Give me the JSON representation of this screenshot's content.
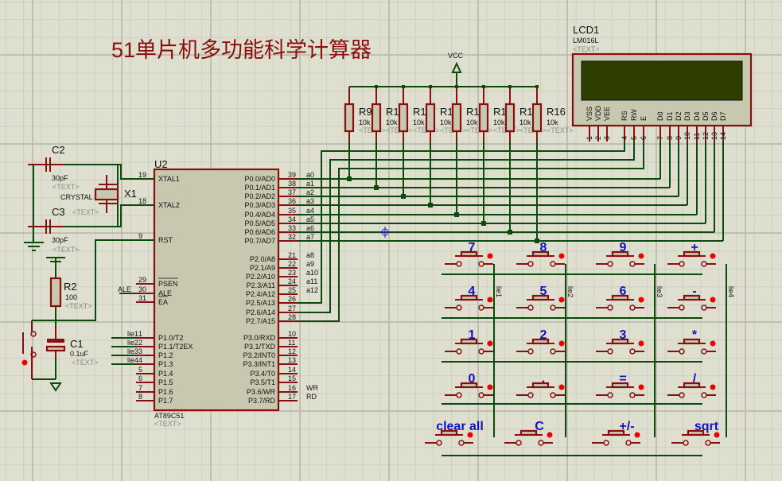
{
  "title": "51单片机多功能科学计算器",
  "colors": {
    "background": "#dfdfd0",
    "grid": "#c4c4b6",
    "wire": "#0c4a0c",
    "component": "#8b0e0e",
    "component_fill": "#c8c8b0",
    "lcd_screen": "#2e3d00",
    "title": "#8b0e0e",
    "key_label": "#1010c0"
  },
  "vcc": {
    "label": "VCC"
  },
  "lcd": {
    "ref": "LCD1",
    "model": "LM016L",
    "text": "<TEXT>",
    "pins": [
      {
        "num": "1",
        "name": "VSS"
      },
      {
        "num": "2",
        "name": "VDD"
      },
      {
        "num": "3",
        "name": "VEE"
      },
      {
        "num": "4",
        "name": "RS"
      },
      {
        "num": "5",
        "name": "RW"
      },
      {
        "num": "6",
        "name": "E"
      },
      {
        "num": "7",
        "name": "D0"
      },
      {
        "num": "8",
        "name": "D1"
      },
      {
        "num": "9",
        "name": "D2"
      },
      {
        "num": "10",
        "name": "D3"
      },
      {
        "num": "11",
        "name": "D4"
      },
      {
        "num": "12",
        "name": "D5"
      },
      {
        "num": "13",
        "name": "D6"
      },
      {
        "num": "14",
        "name": "D7"
      }
    ]
  },
  "resistors": [
    {
      "ref": "R9",
      "value": "10k",
      "text": "<TEXT>"
    },
    {
      "ref": "R1",
      "value": "10k",
      "text": "<TEXT>"
    },
    {
      "ref": "R1",
      "value": "10k",
      "text": "<TEXT>"
    },
    {
      "ref": "R1",
      "value": "10k",
      "text": "<TEXT>"
    },
    {
      "ref": "R1",
      "value": "10k",
      "text": "<TEXT>"
    },
    {
      "ref": "R1",
      "value": "10k",
      "text": "<TEXT>"
    },
    {
      "ref": "R1",
      "value": "10k",
      "text": "<TEXT>"
    },
    {
      "ref": "R16",
      "value": "10k",
      "text": "<TEXT>"
    }
  ],
  "mcu": {
    "ref": "U2",
    "model": "AT89C51",
    "text": "<TEXT>",
    "left_pins": [
      {
        "num": "19",
        "name": "XTAL1"
      },
      {
        "num": "18",
        "name": "XTAL2"
      },
      {
        "num": "9",
        "name": "RST"
      },
      {
        "num": "29",
        "name": "PSEN"
      },
      {
        "num": "30",
        "name": "ALE",
        "net": "ALE"
      },
      {
        "num": "31",
        "name": "EA"
      },
      {
        "num": "1",
        "name": "P1.0/T2",
        "net": "lie1"
      },
      {
        "num": "2",
        "name": "P1.1/T2EX",
        "net": "lie2"
      },
      {
        "num": "3",
        "name": "P1.2",
        "net": "lie3"
      },
      {
        "num": "4",
        "name": "P1.3",
        "net": "lie4"
      },
      {
        "num": "5",
        "name": "P1.4"
      },
      {
        "num": "6",
        "name": "P1.5"
      },
      {
        "num": "7",
        "name": "P1.6"
      },
      {
        "num": "8",
        "name": "P1.7"
      }
    ],
    "right_pins": [
      {
        "num": "39",
        "name": "P0.0/AD0",
        "net": "a0"
      },
      {
        "num": "38",
        "name": "P0.1/AD1",
        "net": "a1"
      },
      {
        "num": "37",
        "name": "P0.2/AD2",
        "net": "a2"
      },
      {
        "num": "36",
        "name": "P0.3/AD3",
        "net": "a3"
      },
      {
        "num": "35",
        "name": "P0.4/AD4",
        "net": "a4"
      },
      {
        "num": "34",
        "name": "P0.5/AD5",
        "net": "a5"
      },
      {
        "num": "33",
        "name": "P0.6/AD6",
        "net": "a6"
      },
      {
        "num": "32",
        "name": "P0.7/AD7",
        "net": "a7"
      },
      {
        "num": "21",
        "name": "P2.0/A8",
        "net": "a8"
      },
      {
        "num": "22",
        "name": "P2.1/A9",
        "net": "a9"
      },
      {
        "num": "23",
        "name": "P2.2/A10",
        "net": "a10"
      },
      {
        "num": "24",
        "name": "P2.3/A11",
        "net": "a11"
      },
      {
        "num": "25",
        "name": "P2.4/A12",
        "net": "a12"
      },
      {
        "num": "26",
        "name": "P2.5/A13"
      },
      {
        "num": "27",
        "name": "P2.6/A14"
      },
      {
        "num": "28",
        "name": "P2.7/A15"
      },
      {
        "num": "10",
        "name": "P3.0/RXD"
      },
      {
        "num": "11",
        "name": "P3.1/TXD"
      },
      {
        "num": "12",
        "name": "P3.2/INT0"
      },
      {
        "num": "13",
        "name": "P3.3/INT1"
      },
      {
        "num": "14",
        "name": "P3.4/T0"
      },
      {
        "num": "15",
        "name": "P3.5/T1"
      },
      {
        "num": "16",
        "name": "P3.6/WR",
        "net": "WR"
      },
      {
        "num": "17",
        "name": "P3.7/RD",
        "net": "RD"
      }
    ]
  },
  "crystal": {
    "ref": "X1",
    "label": "CRYSTAL",
    "text": "<TEXT>"
  },
  "caps": [
    {
      "ref": "C2",
      "value": "30pF",
      "text": "<TEXT>"
    },
    {
      "ref": "C3",
      "value": "30pF",
      "text": "<TEXT>"
    },
    {
      "ref": "C1",
      "value": "0.1uF",
      "text": "<TEXT>"
    }
  ],
  "reset_resistor": {
    "ref": "R2",
    "value": "100",
    "text": "<TEXT>"
  },
  "column_nets": [
    "lie1",
    "lie2",
    "lie3",
    "lie4"
  ],
  "keypad": [
    [
      "7",
      "8",
      "9",
      "+"
    ],
    [
      "4",
      "5",
      "6",
      "-"
    ],
    [
      "1",
      "2",
      "3",
      "*"
    ],
    [
      "0",
      ".",
      "=",
      "/"
    ],
    [
      "clear all",
      "C",
      "+/-",
      "sqrt"
    ]
  ]
}
